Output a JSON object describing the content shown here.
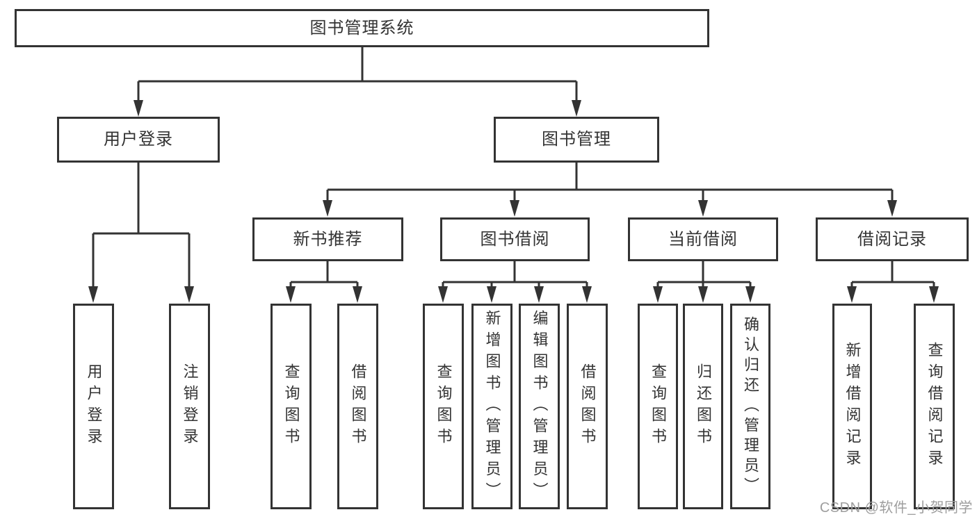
{
  "tree": {
    "label": "图书管理系统",
    "children": [
      {
        "label": "用户登录",
        "children": [
          {
            "label": "用户登录"
          },
          {
            "label": "注销登录"
          }
        ]
      },
      {
        "label": "图书管理",
        "children": [
          {
            "label": "新书推荐",
            "children": [
              {
                "label": "查询图书"
              },
              {
                "label": "借阅图书"
              }
            ]
          },
          {
            "label": "图书借阅",
            "children": [
              {
                "label": "查询图书"
              },
              {
                "label": "新增图书（管理员）"
              },
              {
                "label": "编辑图书（管理员）"
              },
              {
                "label": "借阅图书"
              }
            ]
          },
          {
            "label": "当前借阅",
            "children": [
              {
                "label": "查询图书"
              },
              {
                "label": "归还图书"
              },
              {
                "label": "确认归还（管理员）"
              }
            ]
          },
          {
            "label": "借阅记录",
            "children": [
              {
                "label": "新增借阅记录"
              },
              {
                "label": "查询借阅记录"
              }
            ]
          }
        ]
      }
    ]
  },
  "watermark": {
    "text": "CSDN @软件_小贺同学"
  },
  "colors": {
    "line": "#333333",
    "text": "#333333",
    "node_background": "#ffffff",
    "page_background": "#ffffff",
    "watermark": "#9e9e9e"
  }
}
